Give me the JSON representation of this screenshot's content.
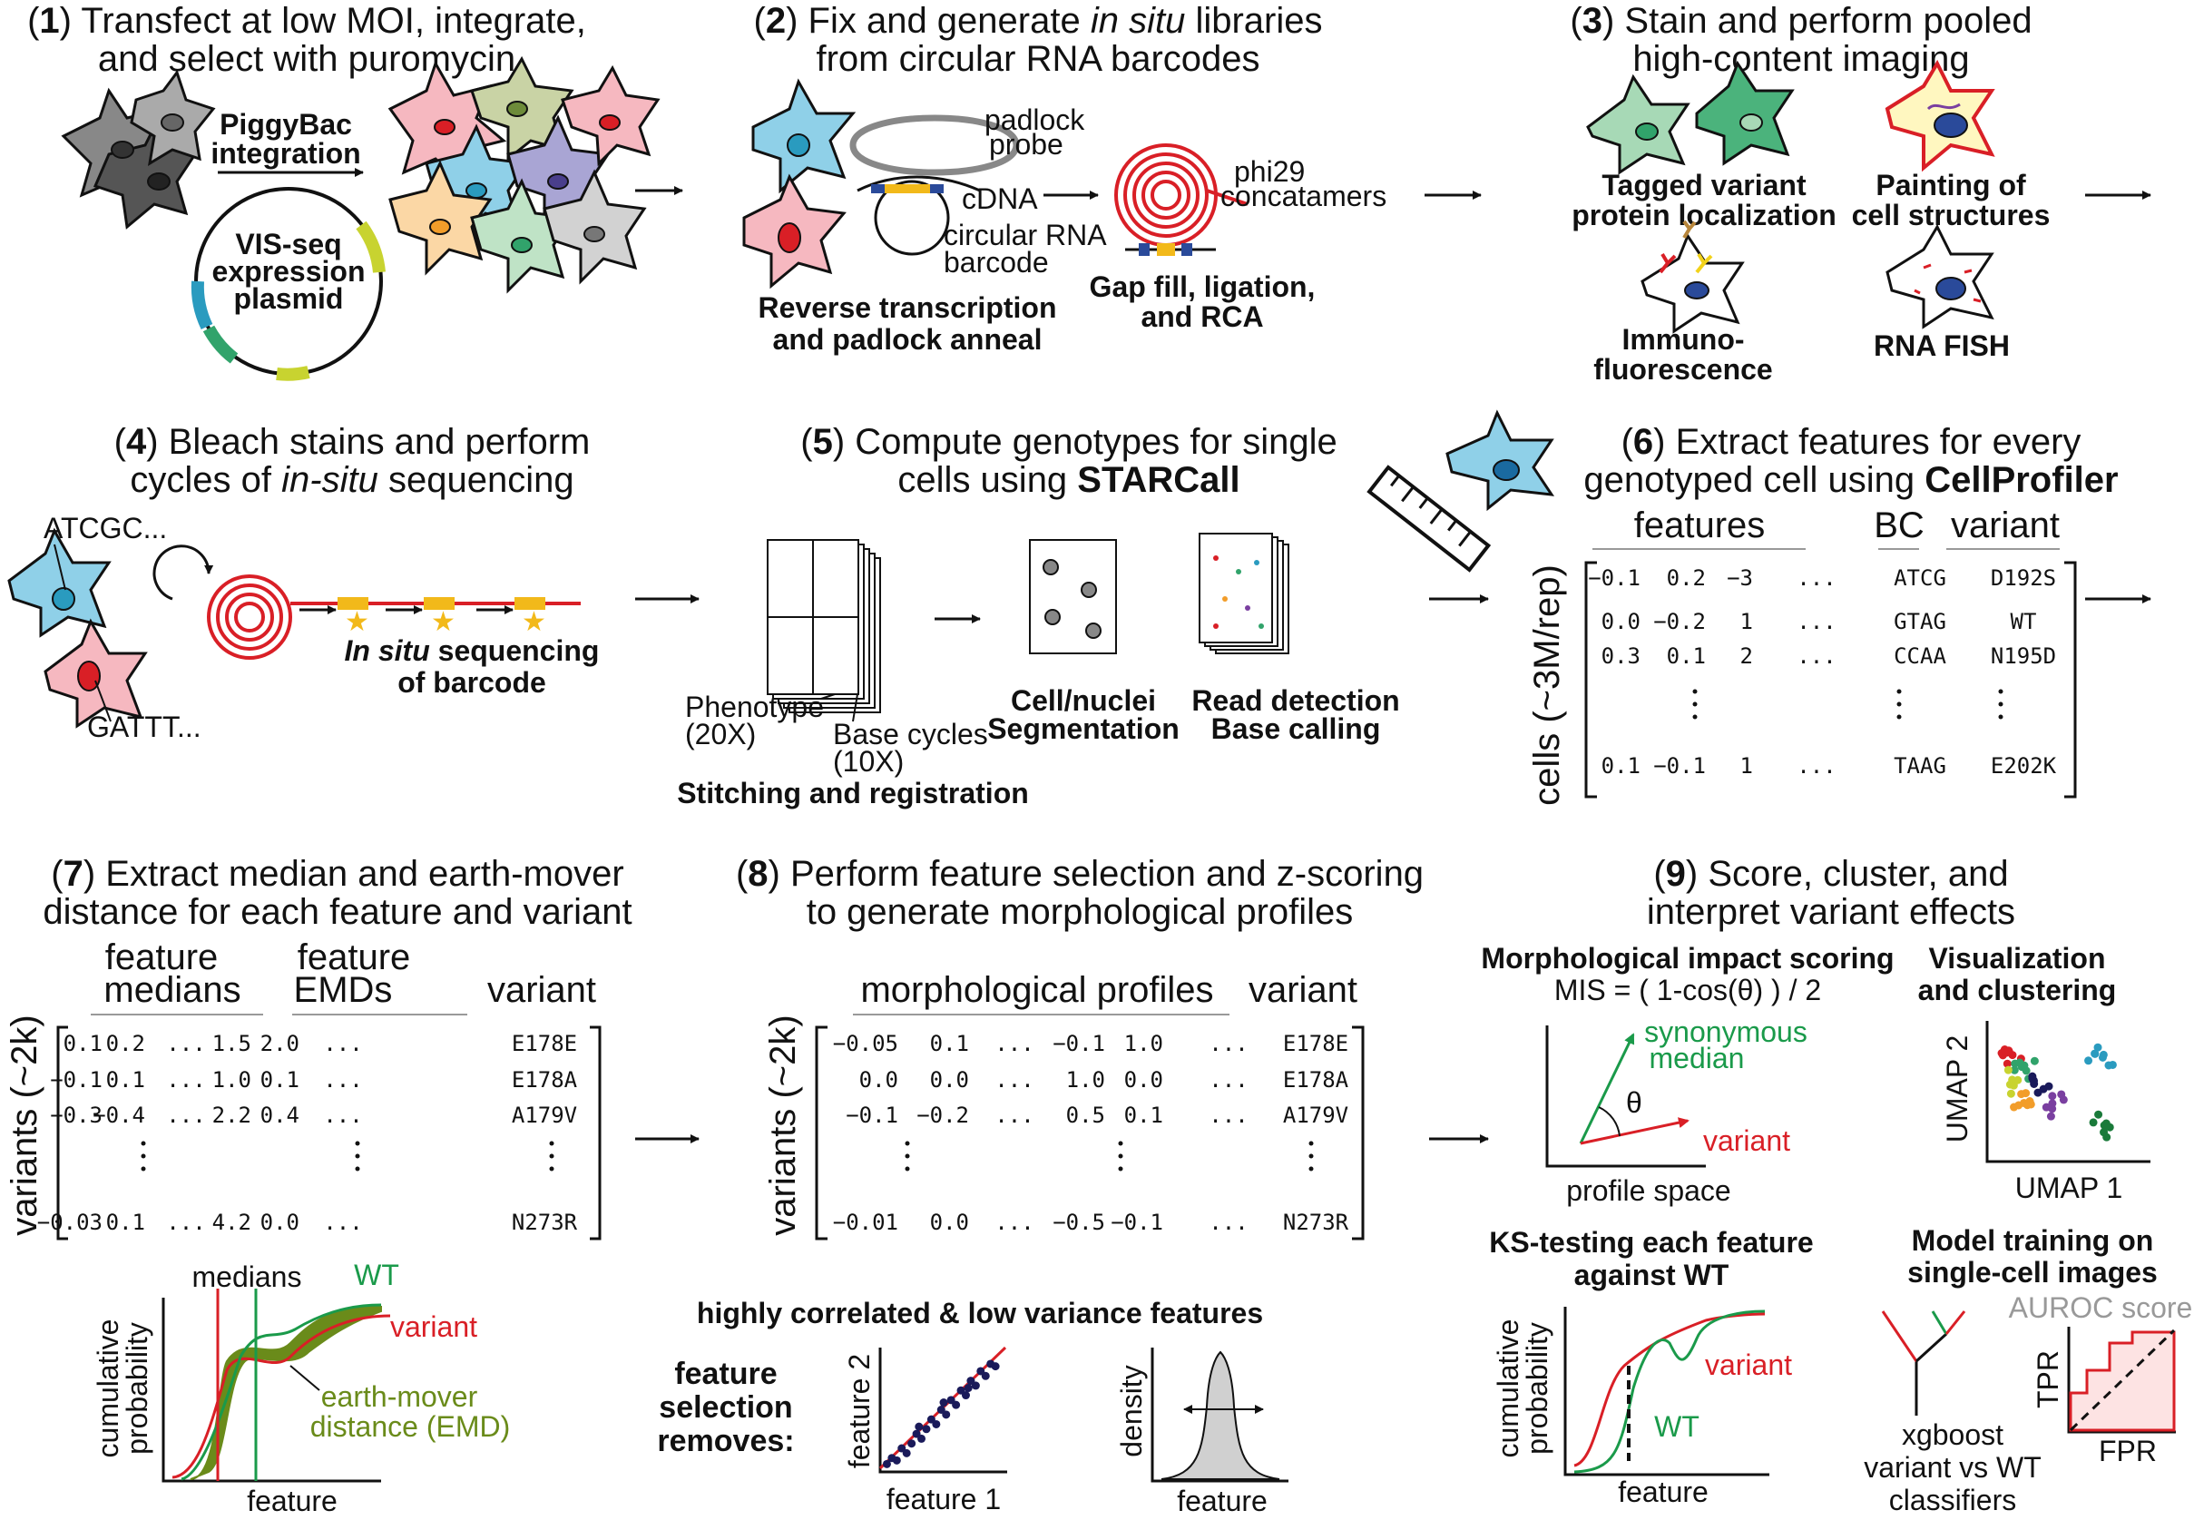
{
  "steps": [
    {
      "num": "1",
      "title": [
        ") Transfect at low MOI, integrate,",
        "and select with puromycin"
      ]
    },
    {
      "num": "2",
      "title_a": ") Fix and generate ",
      "title_b": "in situ",
      "title_c": " libraries",
      "title2": "from circular RNA barcodes"
    },
    {
      "num": "3",
      "title": [
        ") Stain and perform pooled",
        "high-content imaging"
      ]
    },
    {
      "num": "4",
      "title_a": ") Bleach stains and perform",
      "title2_a": "cycles of ",
      "title2_b": "in-situ",
      "title2_c": " sequencing"
    },
    {
      "num": "5",
      "title_a": ") Compute genotypes for single",
      "title2_a": "cells using ",
      "title2_b": "STARCall"
    },
    {
      "num": "6",
      "title_a": ") Extract features for every",
      "title2_a": "genotyped cell using ",
      "title2_b": "CellProfiler"
    },
    {
      "num": "7",
      "title": [
        ") Extract median and earth-mover",
        "distance for each feature and variant"
      ]
    },
    {
      "num": "8",
      "title": [
        ") Perform feature selection and z-scoring",
        "to generate morphological profiles"
      ]
    },
    {
      "num": "9",
      "title": [
        ") Score, cluster, and",
        "interpret variant effects"
      ]
    }
  ],
  "panel1": {
    "integration": [
      "PiggyBac",
      "integration"
    ],
    "plasmid": [
      "VIS-seq",
      "expression",
      "plasmid"
    ]
  },
  "panel2": {
    "padlock": [
      "padlock",
      "probe"
    ],
    "cdna": "cDNA",
    "barcode": [
      "circular RNA",
      "barcode"
    ],
    "phi29": [
      "phi29",
      "concatamers"
    ],
    "rt": [
      "Reverse transcription",
      "and padlock anneal"
    ],
    "gap": [
      "Gap fill, ligation,",
      "and RCA"
    ]
  },
  "panel3": {
    "tagged": [
      "Tagged variant",
      "protein localization"
    ],
    "painting": [
      "Painting of",
      "cell structures"
    ],
    "immuno": [
      "Immuno-",
      "fluorescence"
    ],
    "fish": "RNA FISH"
  },
  "panel4": {
    "seq1": "ATCGC...",
    "seq2": "GATTT...",
    "insitu_a": "In situ",
    "insitu_b": " sequencing",
    "insitu2": "of barcode"
  },
  "panel5": {
    "phenotype": [
      "Phenotype",
      "(20X)"
    ],
    "base": [
      "Base cycles",
      "(10X)"
    ],
    "stitch": "Stitching and registration",
    "seg": [
      "Cell/nuclei",
      "Segmentation"
    ],
    "read": [
      "Read detection",
      "Base calling"
    ]
  },
  "panel6": {
    "headers": {
      "features": "features",
      "bc": "BC",
      "variant": "variant"
    },
    "ylabel": "cells (~3M/rep)",
    "rows": [
      [
        "−0.1",
        "0.2",
        "−3",
        "...",
        "ATCG",
        "D192S"
      ],
      [
        "0.0",
        "−0.2",
        "1",
        "...",
        "GTAG",
        "WT"
      ],
      [
        "0.3",
        "0.1",
        "2",
        "...",
        "CCAA",
        "N195D"
      ],
      [
        "0.1",
        "−0.1",
        "1",
        "...",
        "TAAG",
        "E202K"
      ]
    ]
  },
  "panel7": {
    "headers": {
      "medians": [
        "feature",
        "medians"
      ],
      "emds": [
        "feature",
        "EMDs"
      ],
      "variant": "variant"
    },
    "ylabel": "variants (~2k)",
    "rows": [
      [
        "0.1",
        "0.2",
        "...",
        "1.5",
        "2.0",
        "...",
        "E178E"
      ],
      [
        "−0.1",
        "0.1",
        "...",
        "1.0",
        "0.1",
        "...",
        "E178A"
      ],
      [
        "−0.3",
        "−0.4",
        "...",
        "2.2",
        "0.4",
        "...",
        "A179V"
      ],
      [
        "−0.03",
        "0.1",
        "...",
        "4.2",
        "0.0",
        "...",
        "N273R"
      ]
    ],
    "plot": {
      "medians": "medians",
      "wt": "WT",
      "variant": "variant",
      "emd": [
        "earth-mover",
        "distance (EMD)"
      ],
      "ylabel": [
        "cumulative",
        "probability"
      ],
      "xlabel": "feature"
    }
  },
  "panel8": {
    "headers": {
      "profiles": "morphological profiles",
      "variant": "variant"
    },
    "ylabel": "variants (~2k)",
    "rows": [
      [
        "−0.05",
        "0.1",
        "...",
        "−0.1",
        "1.0",
        "...",
        "E178E"
      ],
      [
        "0.0",
        "0.0",
        "...",
        "1.0",
        "0.0",
        "...",
        "E178A"
      ],
      [
        "−0.1",
        "−0.2",
        "...",
        "0.5",
        "0.1",
        "...",
        "A179V"
      ],
      [
        "−0.01",
        "0.0",
        "...",
        "−0.5",
        "−0.1",
        "...",
        "N273R"
      ]
    ],
    "sel_title": "highly correlated &  low variance features",
    "removes": [
      "feature",
      "selection",
      "removes:"
    ],
    "corr": {
      "xlabel": "feature 1",
      "ylabel": "feature 2"
    },
    "dens": {
      "xlabel": "feature",
      "ylabel": "density"
    }
  },
  "panel9": {
    "mis_title": "Morphological impact scoring",
    "mis_formula": "MIS = ( 1-cos(θ) ) / 2",
    "syn": [
      "synonymous",
      "median"
    ],
    "theta": "θ",
    "variant": "variant",
    "space": "profile space",
    "vis_title": [
      "Visualization",
      "and clustering"
    ],
    "umap1": "UMAP 1",
    "umap2": "UMAP 2",
    "ks_title": [
      "KS-testing each feature",
      "against WT"
    ],
    "ks_variant": "variant",
    "ks_wt": "WT",
    "ks_ylabel": [
      "cumulative",
      "probability"
    ],
    "ks_xlabel": "feature",
    "model_title": [
      "Model training on",
      "single-cell images"
    ],
    "auroc": "AUROC score",
    "tpr": "TPR",
    "fpr": "FPR",
    "xgb": [
      "xgboost",
      "variant vs WT",
      "classifiers"
    ]
  }
}
